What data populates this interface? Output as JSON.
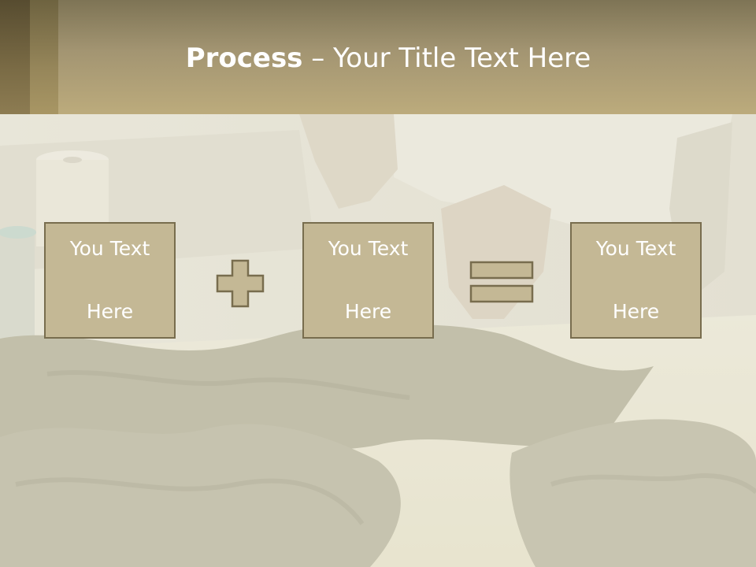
{
  "slide": {
    "title_bold": "Process",
    "title_rest": " – Your Title Text Here",
    "boxes": [
      {
        "label_line1": "You Text",
        "label_line2": "Here"
      },
      {
        "label_line1": "You Text",
        "label_line2": "Here"
      },
      {
        "label_line1": "You Text",
        "label_line2": "Here"
      }
    ],
    "operators": [
      "plus-icon",
      "equals-icon"
    ]
  },
  "colors": {
    "header": "#a39572",
    "box_fill": "#c4b895",
    "box_border": "#786d4e",
    "text": "#ffffff",
    "photo_tint": "#dedbc9"
  }
}
